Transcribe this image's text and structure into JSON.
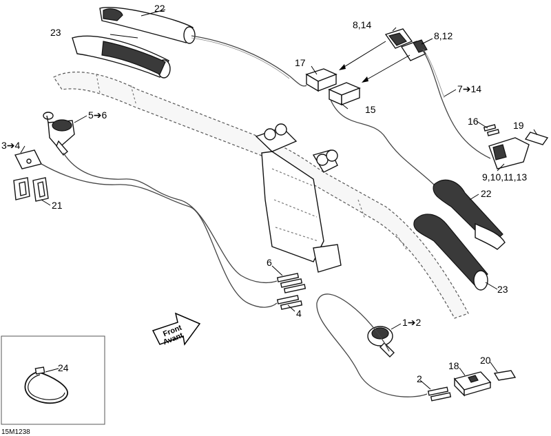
{
  "diagram": {
    "part_labels": [
      {
        "id": "p22a",
        "text": "22"
      },
      {
        "id": "p23a",
        "text": "23"
      },
      {
        "id": "p8_14",
        "text": "8,14"
      },
      {
        "id": "p8_12",
        "text": "8,12"
      },
      {
        "id": "p17",
        "text": "17"
      },
      {
        "id": "p15",
        "text": "15"
      },
      {
        "id": "p7_14",
        "text": "7➔14"
      },
      {
        "id": "p5_6",
        "text": "5➔6"
      },
      {
        "id": "p3_4",
        "text": "3➔4"
      },
      {
        "id": "p21",
        "text": "21"
      },
      {
        "id": "p16",
        "text": "16"
      },
      {
        "id": "p19",
        "text": "19"
      },
      {
        "id": "p9_13",
        "text": "9,10,11,13"
      },
      {
        "id": "p22b",
        "text": "22"
      },
      {
        "id": "p23b",
        "text": "23"
      },
      {
        "id": "p6",
        "text": "6"
      },
      {
        "id": "p4",
        "text": "4"
      },
      {
        "id": "p1_2",
        "text": "1➔2"
      },
      {
        "id": "p18",
        "text": "18"
      },
      {
        "id": "p20",
        "text": "20"
      },
      {
        "id": "p2",
        "text": "2"
      },
      {
        "id": "p24",
        "text": "24"
      }
    ],
    "direction_arrow": {
      "line1": "Front",
      "line2": "Avant"
    },
    "figure_code": "15M1238"
  }
}
